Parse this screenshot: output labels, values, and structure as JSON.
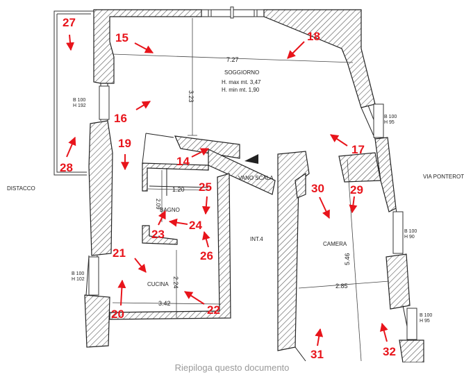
{
  "floor_plan": {
    "rooms": {
      "soggiorno": "SOGGIORNO",
      "h_max": "H. max mt. 3,47",
      "h_min": "H. min mt. 1,90",
      "vano_scala": "VANO SCALA",
      "bagno": "BAGNO",
      "cucina": "CUCINA",
      "camera": "CAMERA",
      "int4": "INT.4"
    },
    "dimensions": {
      "d727": "7.27",
      "d323": "3.23",
      "d120": "1.20",
      "d209": "2.09",
      "d224": "2.24",
      "d342": "3.42",
      "d285": "2.85",
      "d546": "5.46"
    },
    "outside_labels": {
      "distacco": "DISTACCO",
      "via": "VIA PONTEROTT"
    },
    "windows": [
      {
        "b": "B 100",
        "h": "H 192"
      },
      {
        "b": "B 100",
        "h": "H 95"
      },
      {
        "b": "B 100",
        "h": "H 102"
      },
      {
        "b": "B 100",
        "h": "H 90"
      },
      {
        "b": "B 100",
        "h": "H 95"
      }
    ],
    "markers": [
      "14",
      "15",
      "16",
      "17",
      "18",
      "19",
      "20",
      "21",
      "22",
      "23",
      "24",
      "25",
      "26",
      "27",
      "28",
      "29",
      "30",
      "31",
      "32"
    ]
  },
  "footer": {
    "text": "Riepiloga questo documento"
  }
}
